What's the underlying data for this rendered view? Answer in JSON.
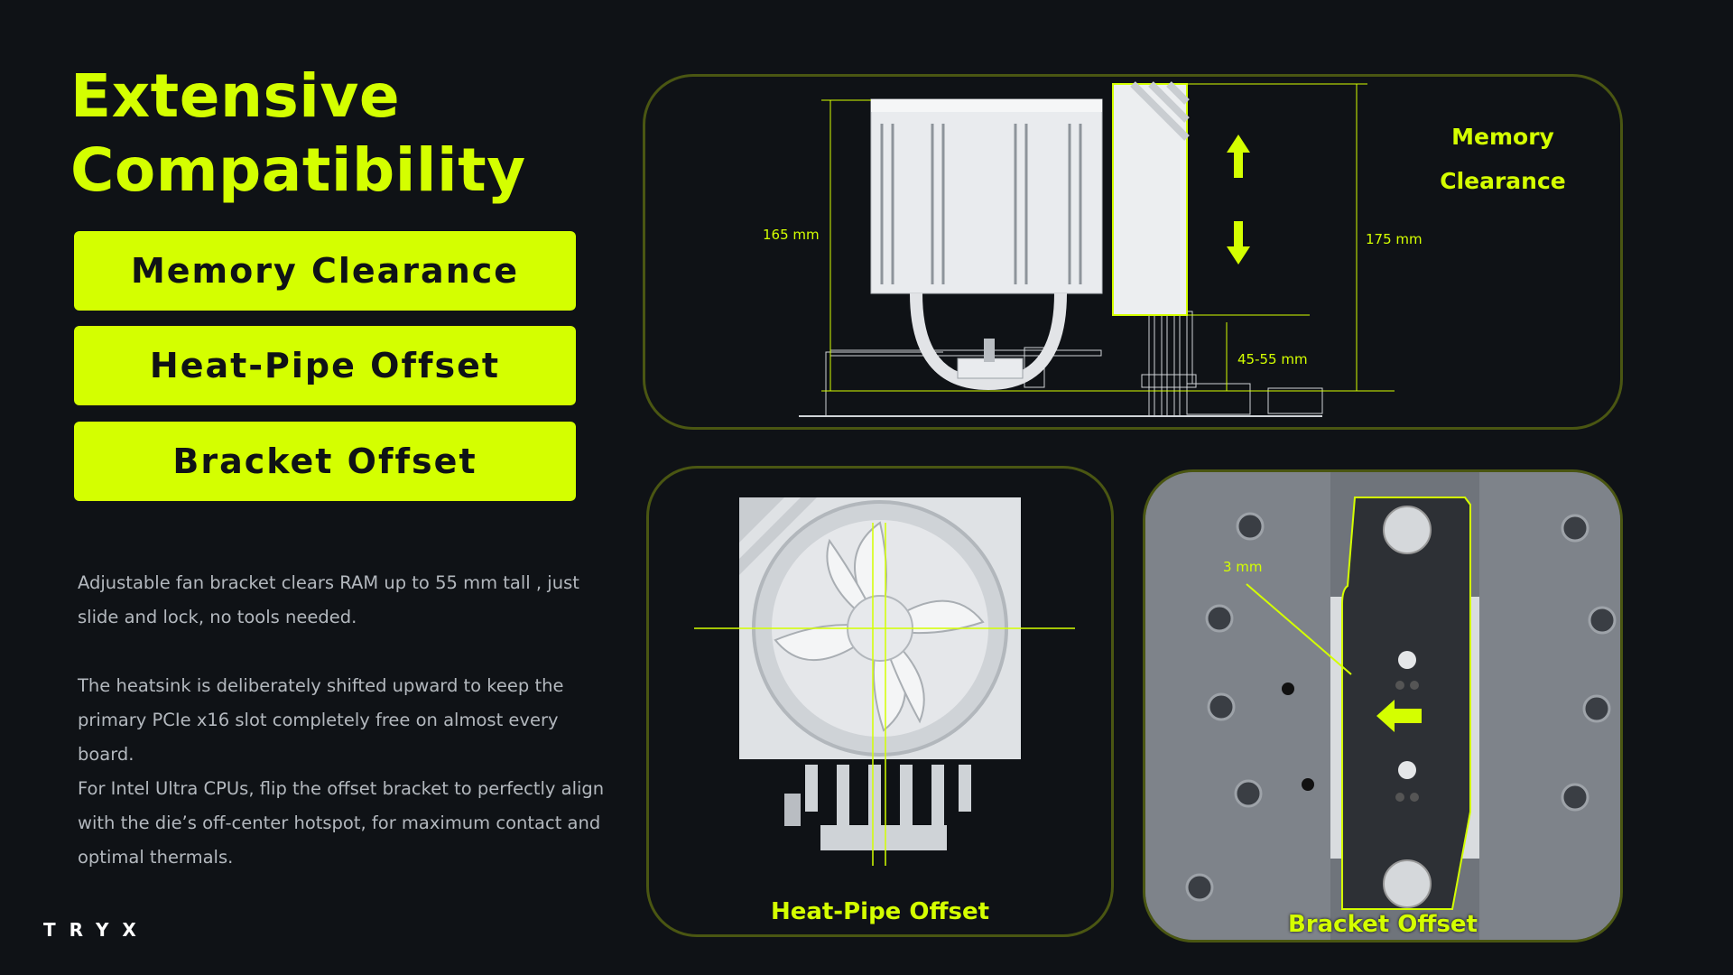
{
  "headline": {
    "line1": "Extensive",
    "line2": "Compatibility"
  },
  "features": [
    {
      "label": "Memory Clearance"
    },
    {
      "label": "Heat-Pipe Offset"
    },
    {
      "label": "Bracket Offset"
    }
  ],
  "descriptions": [
    "Adjustable fan bracket clears RAM up to 55 mm tall , just slide and lock, no tools needed.",
    "The heatsink is deliberately shifted upward to keep the primary PCIe x16 slot completely free on almost every board.",
    "For Intel Ultra CPUs, flip the offset bracket to perfectly align with the die’s off-center hotspot, for maximum contact and optimal thermals."
  ],
  "brand": "TRYX",
  "panels": {
    "memory": {
      "title_line1": "Memory",
      "title_line2": "Clearance",
      "dim_cooler_height": "165 mm",
      "dim_total_height": "175 mm",
      "dim_ram_height": "45-55 mm"
    },
    "heatpipe": {
      "title": "Heat-Pipe Offset"
    },
    "bracket": {
      "title": "Bracket Offset",
      "dim_offset": "3 mm"
    }
  },
  "colors": {
    "accent": "#d4ff00",
    "background": "#0f1216",
    "panel_border": "#4a5612"
  },
  "icons": [
    "arrow-up-icon",
    "arrow-down-icon",
    "arrow-left-icon",
    "fan-icon",
    "cooler-icon",
    "bracket-icon"
  ]
}
